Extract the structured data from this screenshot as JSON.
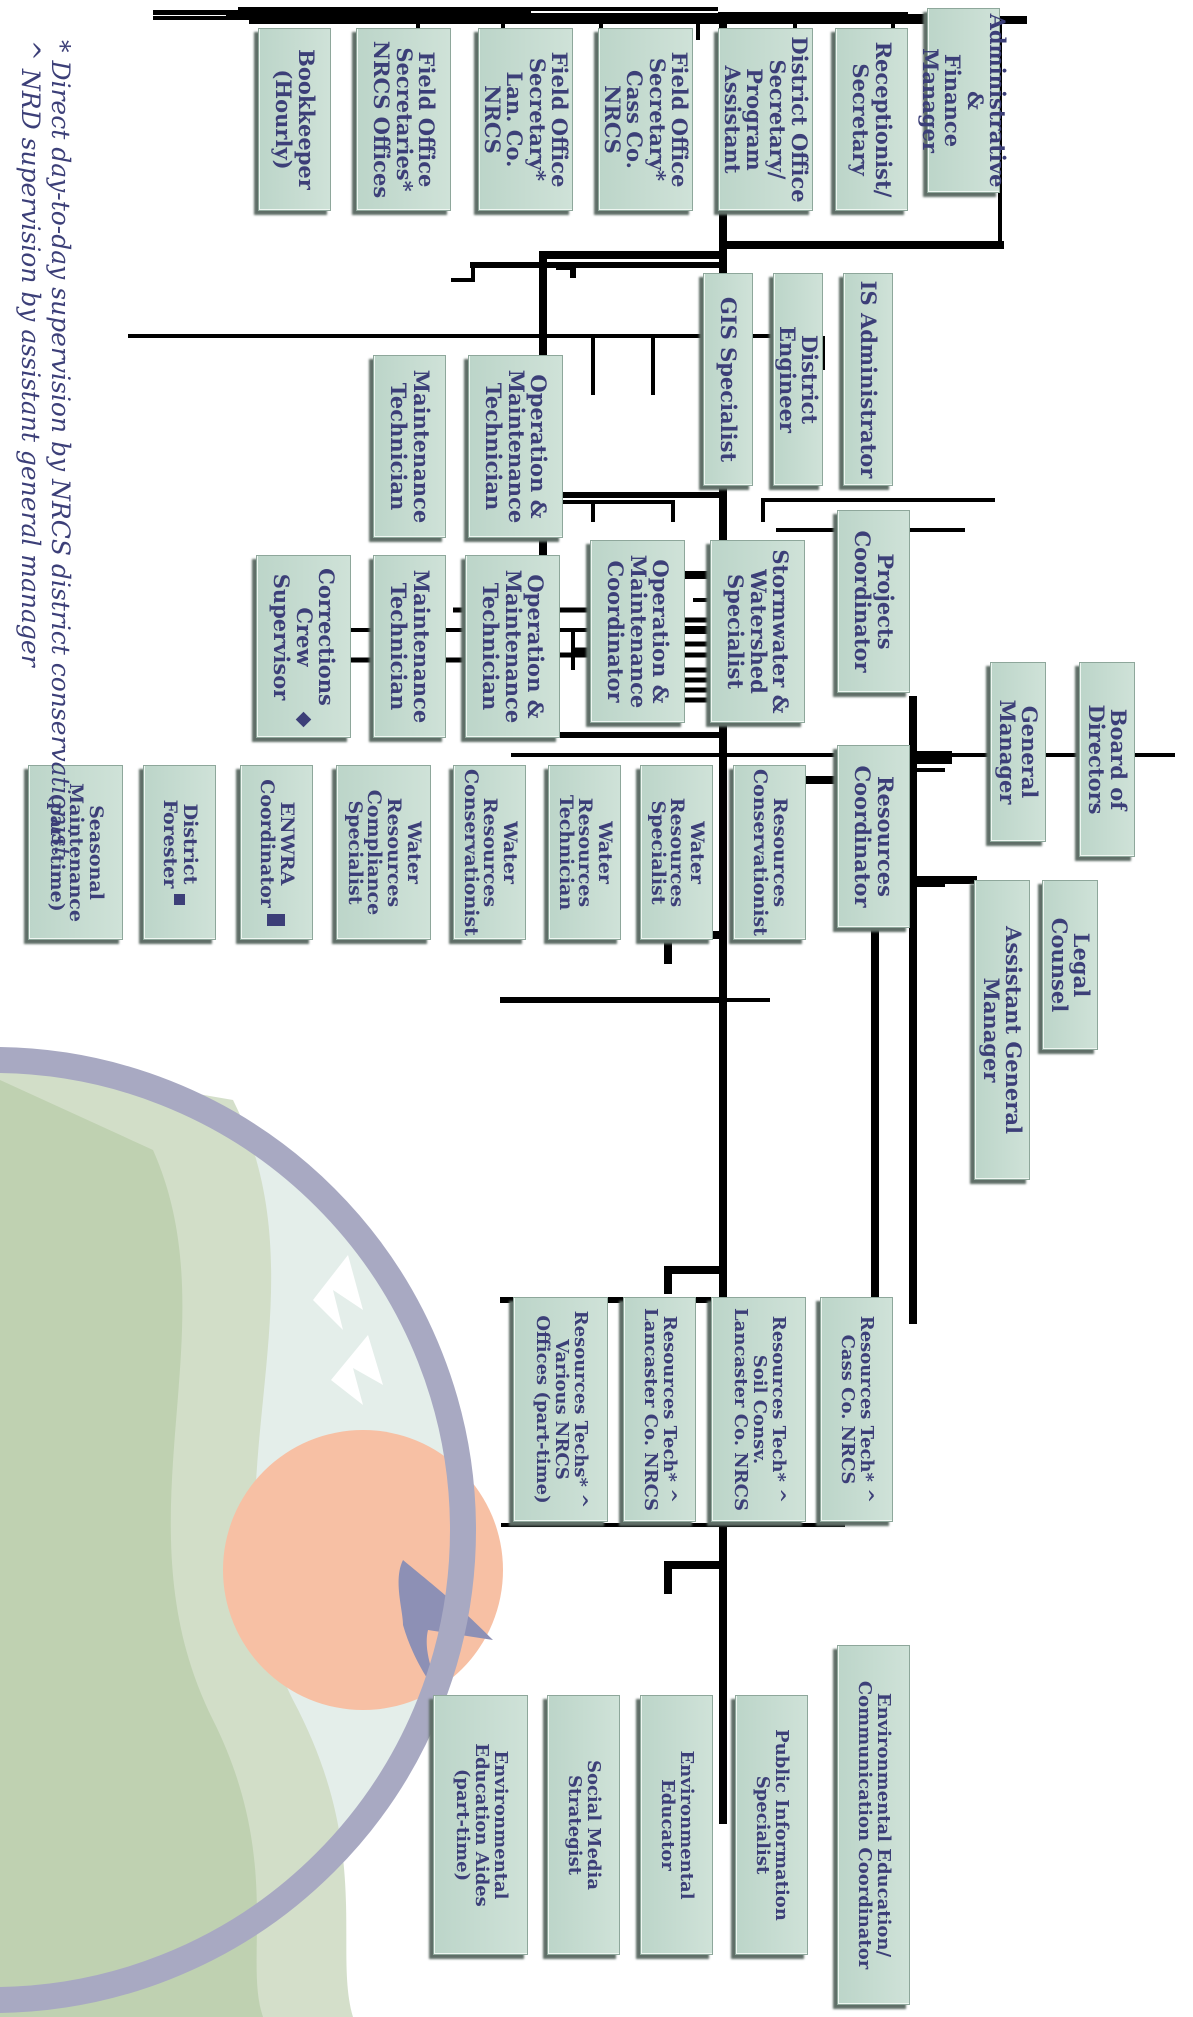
{
  "org_chart": {
    "board": "Board of Directors",
    "legal_counsel": "Legal Counsel",
    "general_manager": "General Manager",
    "assistant_general_manager": "Assistant General Manager",
    "admin_manager": "Administrative &\nFinance Manager",
    "receptionist": "Receptionist/\nSecretary",
    "district_office_secretary": "District Office\nSecretary/\nProgram Assistant",
    "field_office_cass": "Field Office\nSecretary*\nCass Co. NRCS",
    "field_office_lan": "Field Office\nSecretary*\nLan. Co. NRCS",
    "field_office_nrcs": "Field Office\nSecretaries*\nNRCS Offices",
    "bookkeeper": "Bookkeeper\n(Hourly)",
    "is_administrator": "IS Administrator",
    "district_engineer": "District Engineer",
    "gis_specialist": "GIS Specialist",
    "projects_coordinator": "Projects\nCoordinator",
    "stormwater_specialist": "Stormwater &\nWatershed\nSpecialist",
    "om_coordinator": "Operation &\nMaintenance\nCoordinator",
    "om_technician_a": "Operation &\nMaintenance\nTechnician",
    "maintenance_technician_a": "Maintenance\nTechnician",
    "om_technician_b": "Operation &\nMaintenance\nTechnician",
    "maintenance_technician_b": "Maintenance\nTechnician",
    "corrections_supervisor": "Corrections\nCrew\nSupervisor",
    "resources_coordinator": "Resources\nCoordinator",
    "resources_conservationist": "Resources\nConservationist",
    "water_resources_specialist": "Water Resources\nSpecialist",
    "water_resources_technician": "Water Resources\nTechnician",
    "water_resources_conservationist": "Water Resources\nConservationist",
    "water_resources_compliance": "Water Resources\nCompliance\nSpecialist",
    "enwra_coordinator": "ENWRA\nCoordinator",
    "district_forester": "District\nForester",
    "seasonal_maintenance": "Seasonal\nMaintenance\n(part-time)",
    "rt_cass": "Resources Tech* ^\nCass Co. NRCS",
    "rt_soil_lancaster": "Resources Tech* ^\nSoil Consv.\nLancaster Co. NRCS",
    "rt_lancaster": "Resources Tech* ^\nLancaster Co. NRCS",
    "rt_various": "Resources Techs* ^\nVarious NRCS\nOffices (part-time)",
    "ee_coordinator": "Environmental Education/\nCommunication Coordinator",
    "public_information": "Public Information\nSpecialist",
    "environmental_educator": "Environmental\nEducator",
    "social_media": "Social Media\nStrategist",
    "ee_aides": "Environmental\nEducation Aides\n(part-time)"
  },
  "footnotes": {
    "direct_supervision": "* Direct day-to-day supervision by NRCS district conservationist",
    "nrd_supervision": "^ NRD supervision by assistant general manager"
  },
  "colors": {
    "box_fill": "#c4dacd",
    "text": "#3c3f78",
    "line": "#000000",
    "logo_ring": "#a8a9c2",
    "logo_sun": "#f7c0a4"
  }
}
